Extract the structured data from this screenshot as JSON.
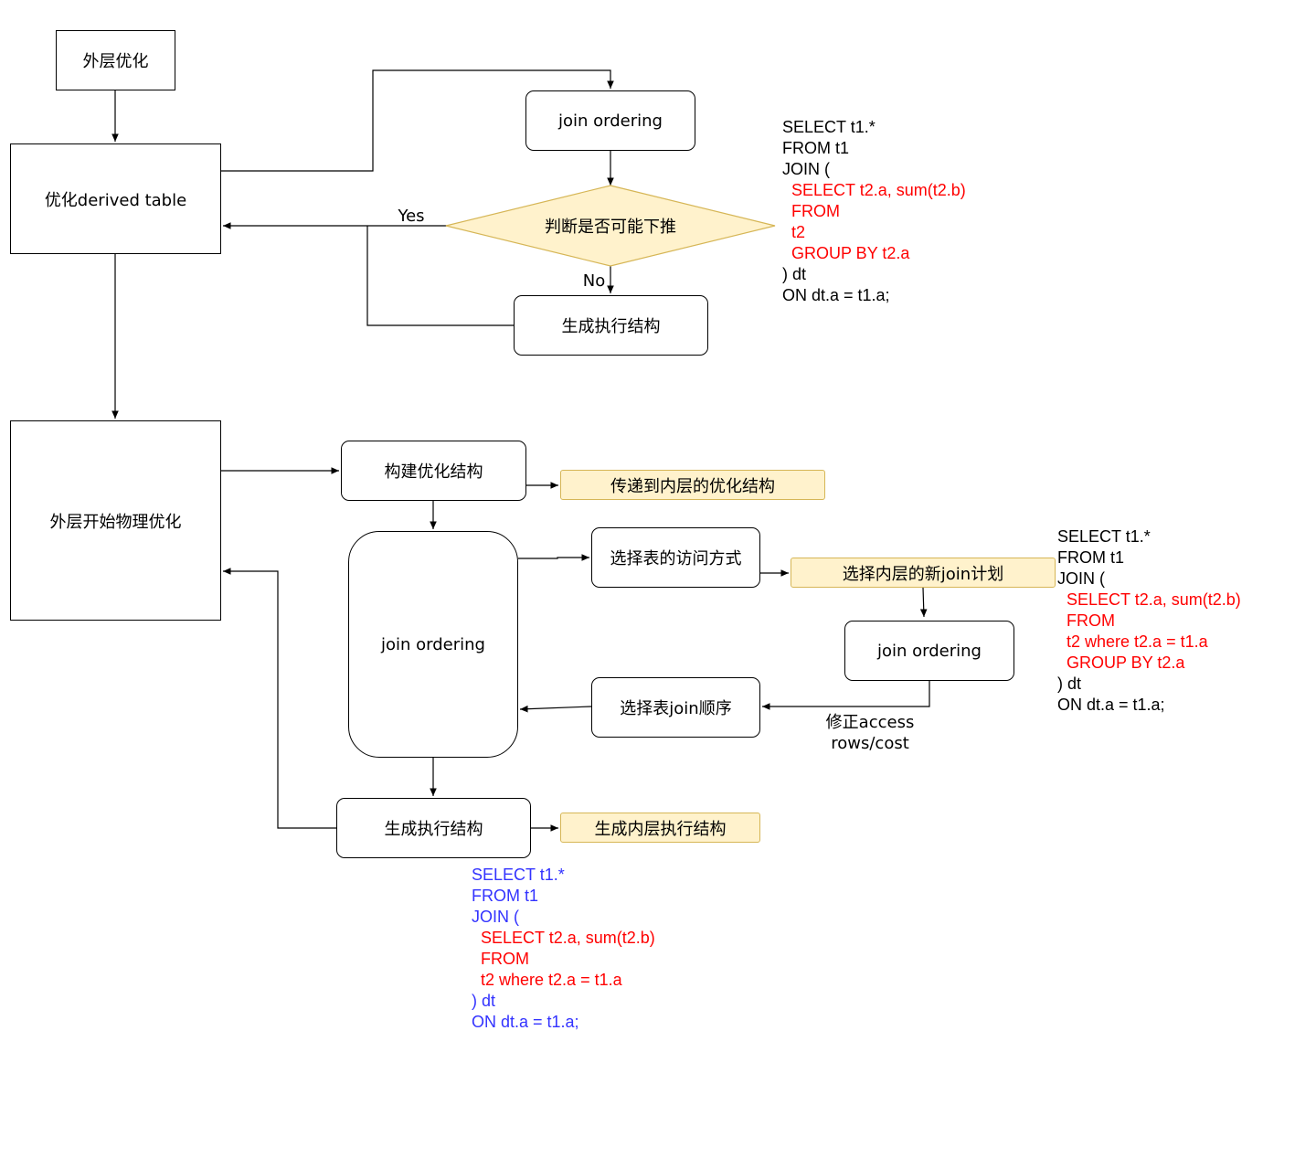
{
  "nodes": {
    "outer_opt": "外层优化",
    "opt_derived": "优化derived table",
    "join_ordering_top": "join ordering",
    "decide": "判断是否可能下推",
    "gen_exec_top": "生成执行结构",
    "outer_physical": "外层开始物理优化",
    "build_struct": "构建优化结构",
    "pass_inner": "传递到内层的优化结构",
    "join_ordering_mid": "join ordering",
    "select_access": "选择表的访问方式",
    "select_inner_plan": "选择内层的新join计划",
    "join_ordering_right": "join ordering",
    "select_join_order": "选择表join顺序",
    "gen_exec_bottom": "生成执行结构",
    "gen_inner_exec": "生成内层执行结构"
  },
  "edge_labels": {
    "yes": "Yes",
    "no": "No",
    "fix_access_1": "修正access",
    "fix_access_2": "rows/cost"
  },
  "code_top": [
    {
      "text": "SELECT t1.*",
      "color": "#000000"
    },
    {
      "text": "FROM t1",
      "color": "#000000"
    },
    {
      "text": "JOIN (",
      "color": "#000000"
    },
    {
      "text": "  SELECT t2.a, sum(t2.b)",
      "color": "#ff0000"
    },
    {
      "text": "  FROM",
      "color": "#ff0000"
    },
    {
      "text": "  t2",
      "color": "#ff0000"
    },
    {
      "text": "  GROUP BY t2.a",
      "color": "#ff0000"
    },
    {
      "text": ") dt",
      "color": "#000000"
    },
    {
      "text": "ON dt.a = t1.a;",
      "color": "#000000"
    }
  ],
  "code_right": [
    {
      "text": "SELECT t1.*",
      "color": "#000000"
    },
    {
      "text": "FROM t1",
      "color": "#000000"
    },
    {
      "text": "JOIN (",
      "color": "#000000"
    },
    {
      "text": "  SELECT t2.a, sum(t2.b)",
      "color": "#ff0000"
    },
    {
      "text": "  FROM",
      "color": "#ff0000"
    },
    {
      "text": "  t2 where t2.a = t1.a",
      "color": "#ff0000"
    },
    {
      "text": "  GROUP BY t2.a",
      "color": "#ff0000"
    },
    {
      "text": ") dt",
      "color": "#000000"
    },
    {
      "text": "ON dt.a = t1.a;",
      "color": "#000000"
    }
  ],
  "code_bottom": [
    {
      "text": "SELECT t1.*",
      "color": "#3333ff"
    },
    {
      "text": "FROM t1",
      "color": "#3333ff"
    },
    {
      "text": "JOIN (",
      "color": "#3333ff"
    },
    {
      "text": "  SELECT t2.a, sum(t2.b)",
      "color": "#ff0000"
    },
    {
      "text": "  FROM",
      "color": "#ff0000"
    },
    {
      "text": "  t2 where t2.a = t1.a",
      "color": "#ff0000"
    },
    {
      "text": ") dt",
      "color": "#3333ff"
    },
    {
      "text": "ON dt.a = t1.a;",
      "color": "#3333ff"
    }
  ],
  "colors": {
    "note_fill": "#fff2cc",
    "note_border": "#d6b656",
    "red_code": "#ff0000",
    "blue_code": "#3333ff"
  }
}
